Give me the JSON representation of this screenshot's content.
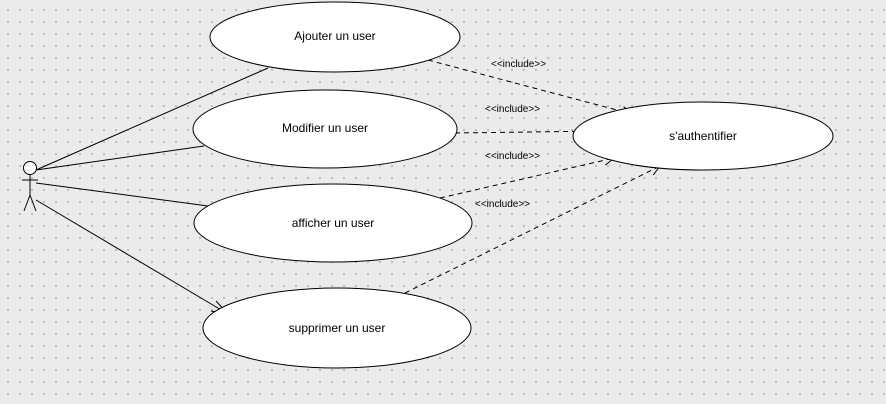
{
  "diagram": {
    "actor": {
      "name": "",
      "icon": "stick-figure-actor-icon"
    },
    "use_cases": [
      {
        "id": "ajouter",
        "label": "Ajouter  un user"
      },
      {
        "id": "modifier",
        "label": "Modifier  un user"
      },
      {
        "id": "afficher",
        "label": "afficher un user"
      },
      {
        "id": "supprimer",
        "label": "supprimer un user"
      },
      {
        "id": "authentifier",
        "label": "s'authentifier"
      }
    ],
    "includes": [
      {
        "from": "ajouter",
        "to": "authentifier",
        "label": "<<include>>"
      },
      {
        "from": "modifier",
        "to": "authentifier",
        "label": "<<include>>"
      },
      {
        "from": "afficher",
        "to": "authentifier",
        "label": "<<include>>"
      },
      {
        "from": "supprimer",
        "to": "authentifier",
        "label": "<<include>>"
      }
    ],
    "colors": {
      "background": "#ebebeb",
      "grid_dot": "#b9b9b9",
      "ellipse_fill": "#ffffff",
      "stroke": "#000000"
    }
  }
}
